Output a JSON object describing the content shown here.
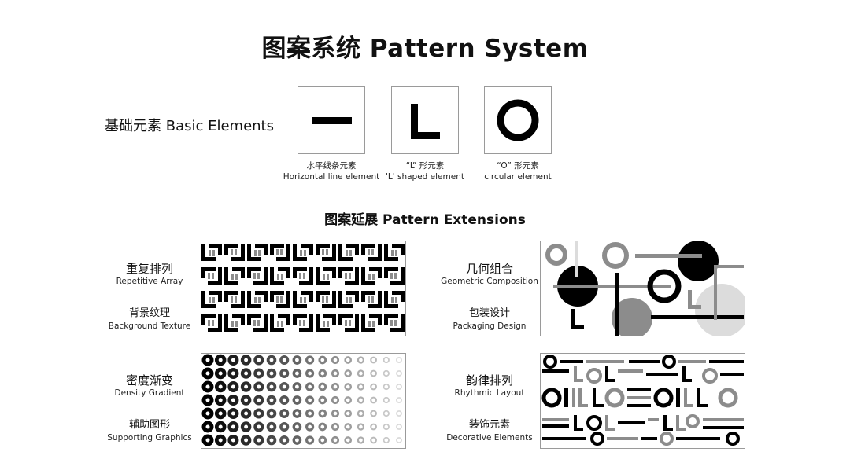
{
  "title": "图案系统 Pattern System",
  "basic": {
    "label": "基础元素 Basic Elements",
    "elements": [
      {
        "icon": "horizontal-line",
        "cn": "水平线条元素",
        "en": "Horizontal line element"
      },
      {
        "icon": "l-shape",
        "cn": "“L” 形元素",
        "en": "'L' shaped element"
      },
      {
        "icon": "circle-ring",
        "cn": "“O” 形元素",
        "en": "circular element"
      }
    ]
  },
  "extensions": {
    "title": "图案延展 Pattern Extensions",
    "panels": [
      {
        "top_cn": "重复排列",
        "top_en": "Repetitive Array",
        "bottom_cn": "背景纹理",
        "bottom_en": "Background Texture"
      },
      {
        "top_cn": "几何组合",
        "top_en": "Geometric Composition",
        "bottom_cn": "包装设计",
        "bottom_en": "Packaging Design"
      },
      {
        "top_cn": "密度渐变",
        "top_en": "Density Gradient",
        "bottom_cn": "辅助图形",
        "bottom_en": "Supporting Graphics"
      },
      {
        "top_cn": "韵律排列",
        "top_en": "Rhythmic Layout",
        "bottom_cn": "装饰元素",
        "bottom_en": "Decorative Elements"
      }
    ]
  },
  "colors": {
    "black": "#000000",
    "gray": "#8c8c8c",
    "light_gray": "#c9c9c9",
    "border": "#9a9a9a"
  }
}
